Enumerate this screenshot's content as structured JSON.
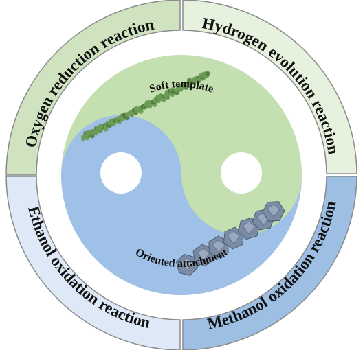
{
  "diagram": {
    "quadrants": [
      {
        "label": "Oxygen reduction reaction",
        "color": "#cfe3c1"
      },
      {
        "label": "Hydrogen evolution reaction",
        "color": "#e7f2de"
      },
      {
        "label": "Methanol oxidation reaction",
        "color": "#9cbfe3"
      },
      {
        "label": "Ethanol oxidation reaction",
        "color": "#dde9f6"
      }
    ],
    "top_label": "Soft template",
    "bottom_label": "Oriented attachment",
    "colors": {
      "green_region": "#c4dfb0",
      "blue_region": "#9fc1e7",
      "inner_ring": "#ffffff",
      "wire_green": "#6e9b58",
      "polyhedra": "#7b8ba4",
      "outline": "#7a7a7a"
    }
  }
}
